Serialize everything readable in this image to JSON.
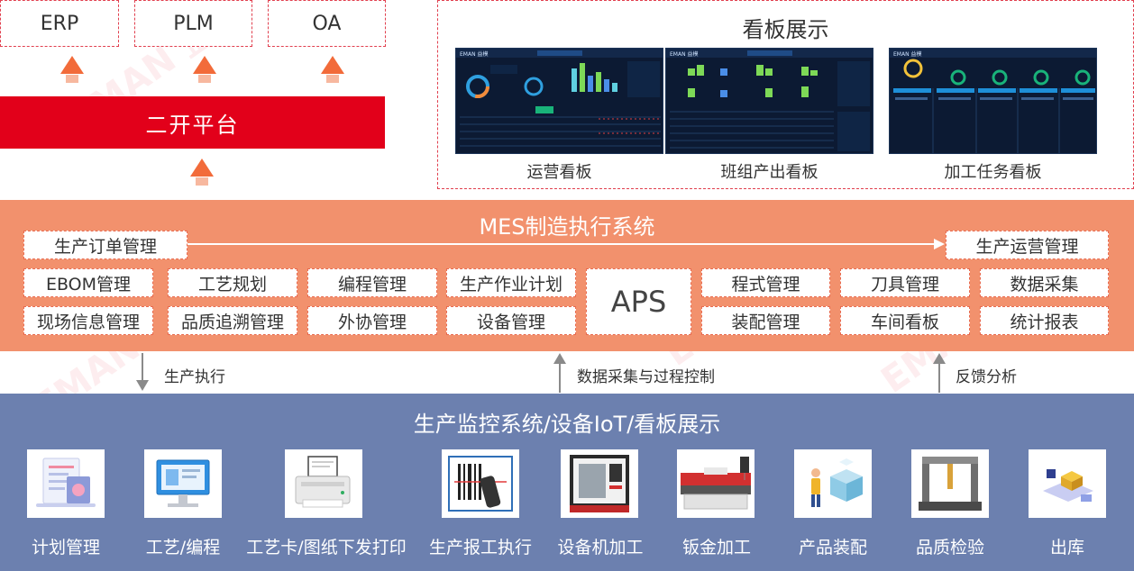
{
  "top_systems": [
    "ERP",
    "PLM",
    "OA"
  ],
  "platform": "二开平台",
  "kanban": {
    "title": "看板展示",
    "screens": [
      {
        "caption": "运营看板",
        "brand": "EMAN 益模"
      },
      {
        "caption": "班组产出看板",
        "brand": "EMAN 益模"
      },
      {
        "caption": "加工任务看板",
        "brand": "EMAN 益模"
      }
    ]
  },
  "mes": {
    "title": "MES制造执行系统",
    "flow_start": "生产订单管理",
    "flow_end": "生产运营管理",
    "modules_row1": [
      "EBOM管理",
      "工艺规划",
      "编程管理",
      "生产作业计划",
      "程式管理",
      "刀具管理",
      "数据采集"
    ],
    "modules_row2": [
      "现场信息管理",
      "品质追溯管理",
      "外协管理",
      "设备管理",
      "装配管理",
      "车间看板",
      "统计报表"
    ],
    "aps": "APS"
  },
  "links": {
    "left": "生产执行",
    "middle": "数据采集与过程控制",
    "right": "反馈分析"
  },
  "monitor": {
    "title": "生产监控系统/设备IoT/看板展示",
    "items": [
      "计划管理",
      "工艺/编程",
      "工艺卡/图纸下发打印",
      "生产报工执行",
      "设备机加工",
      "钣金加工",
      "产品装配",
      "品质检验",
      "出库"
    ]
  },
  "colors": {
    "brand_red": "#e2001a",
    "mes_orange": "#f2916d",
    "monitor_blue": "#6c80af",
    "arrow_orange": "#f26b3a"
  },
  "watermark": "EMAN 益模"
}
